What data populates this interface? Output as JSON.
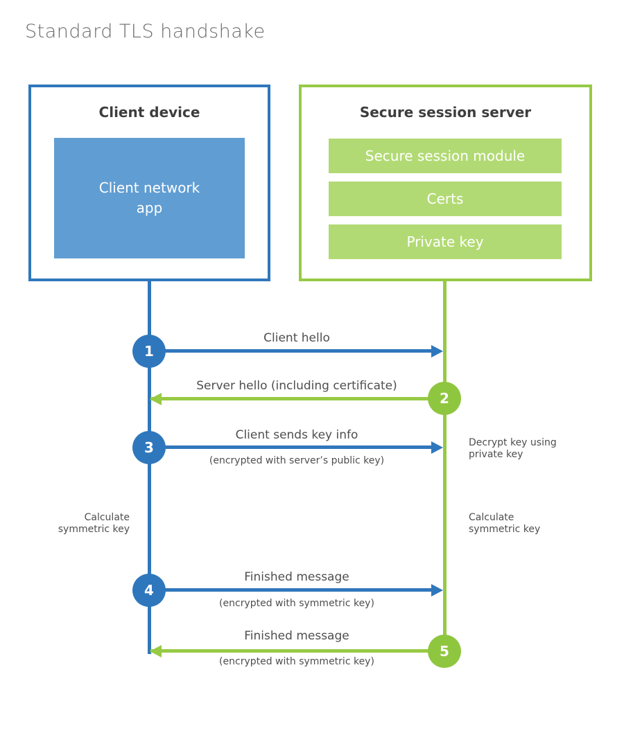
{
  "title": "Standard TLS handshake",
  "colors": {
    "blue_stroke": "#2f77bc",
    "blue_fill": "#609dd2",
    "green_stroke": "#97ca45",
    "green_circle": "#8fc640",
    "green_fill": "#b2da74",
    "text_dark": "#3d3d3d",
    "text_gray": "#4e4e4e",
    "title_gray": "#6a6a6a"
  },
  "client": {
    "title": "Client device",
    "app_label": "Client network\napp"
  },
  "server": {
    "title": "Secure session server",
    "modules": [
      "Secure session module",
      "Certs",
      "Private key"
    ]
  },
  "steps": [
    {
      "num": "1",
      "label": "Client hello",
      "sub": "",
      "direction": "right",
      "actor": "client"
    },
    {
      "num": "2",
      "label": "Server hello (including certificate)",
      "sub": "",
      "direction": "left",
      "actor": "server"
    },
    {
      "num": "3",
      "label": "Client sends key info",
      "sub": "(encrypted with server’s public key)",
      "direction": "right",
      "actor": "client"
    },
    {
      "num": "4",
      "label": "Finished message",
      "sub": "(encrypted with symmetric key)",
      "direction": "right",
      "actor": "client"
    },
    {
      "num": "5",
      "label": "Finished message",
      "sub": "(encrypted with symmetric key)",
      "direction": "left",
      "actor": "server"
    }
  ],
  "notes": {
    "decrypt": "Decrypt key using\nprivate key",
    "calc_left": "Calculate\nsymmetric key",
    "calc_right": "Calculate\nsymmetric key"
  }
}
